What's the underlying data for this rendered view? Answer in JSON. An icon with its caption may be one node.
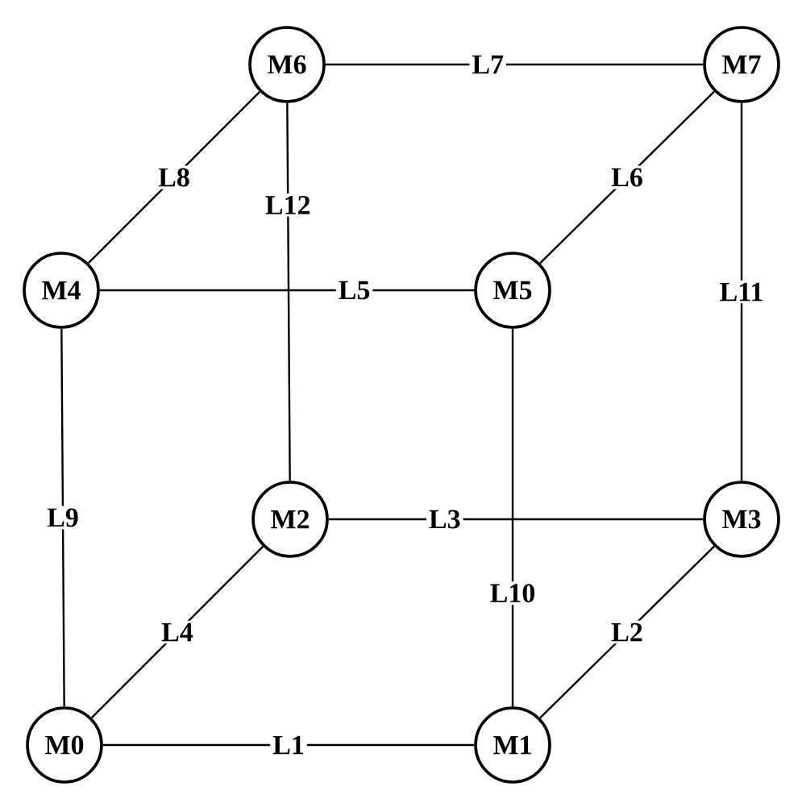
{
  "diagram": {
    "nodes": [
      {
        "text": [
          "M0"
        ]
      },
      {
        "text": [
          "M1"
        ]
      },
      {
        "text": [
          "M2"
        ]
      },
      {
        "text": [
          "M3"
        ]
      },
      {
        "text": [
          "M4"
        ]
      },
      {
        "text": [
          "M5"
        ]
      },
      {
        "text": [
          "M6"
        ]
      },
      {
        "text": [
          "M7"
        ]
      }
    ],
    "edges": [
      {
        "from": 0,
        "to": 1,
        "arrow": "none",
        "label": "L1"
      },
      {
        "from": 1,
        "to": 3,
        "arrow": "none",
        "label": "L2"
      },
      {
        "from": 2,
        "to": 3,
        "arrow": "none",
        "label": "L3"
      },
      {
        "from": 0,
        "to": 2,
        "arrow": "none",
        "label": "L4"
      },
      {
        "from": 4,
        "to": 5,
        "arrow": "none",
        "label": "L5"
      },
      {
        "from": 5,
        "to": 7,
        "arrow": "none",
        "label": "L6"
      },
      {
        "from": 6,
        "to": 7,
        "arrow": "none",
        "label": "L7"
      },
      {
        "from": 4,
        "to": 6,
        "arrow": "none",
        "label": "L8"
      },
      {
        "from": 0,
        "to": 4,
        "arrow": "none",
        "label": "L9"
      },
      {
        "from": 1,
        "to": 5,
        "arrow": "none",
        "label": "L10"
      },
      {
        "from": 3,
        "to": 7,
        "arrow": "none",
        "label": "L11"
      },
      {
        "from": 2,
        "to": 6,
        "arrow": "none",
        "label": "L12"
      }
    ]
  }
}
